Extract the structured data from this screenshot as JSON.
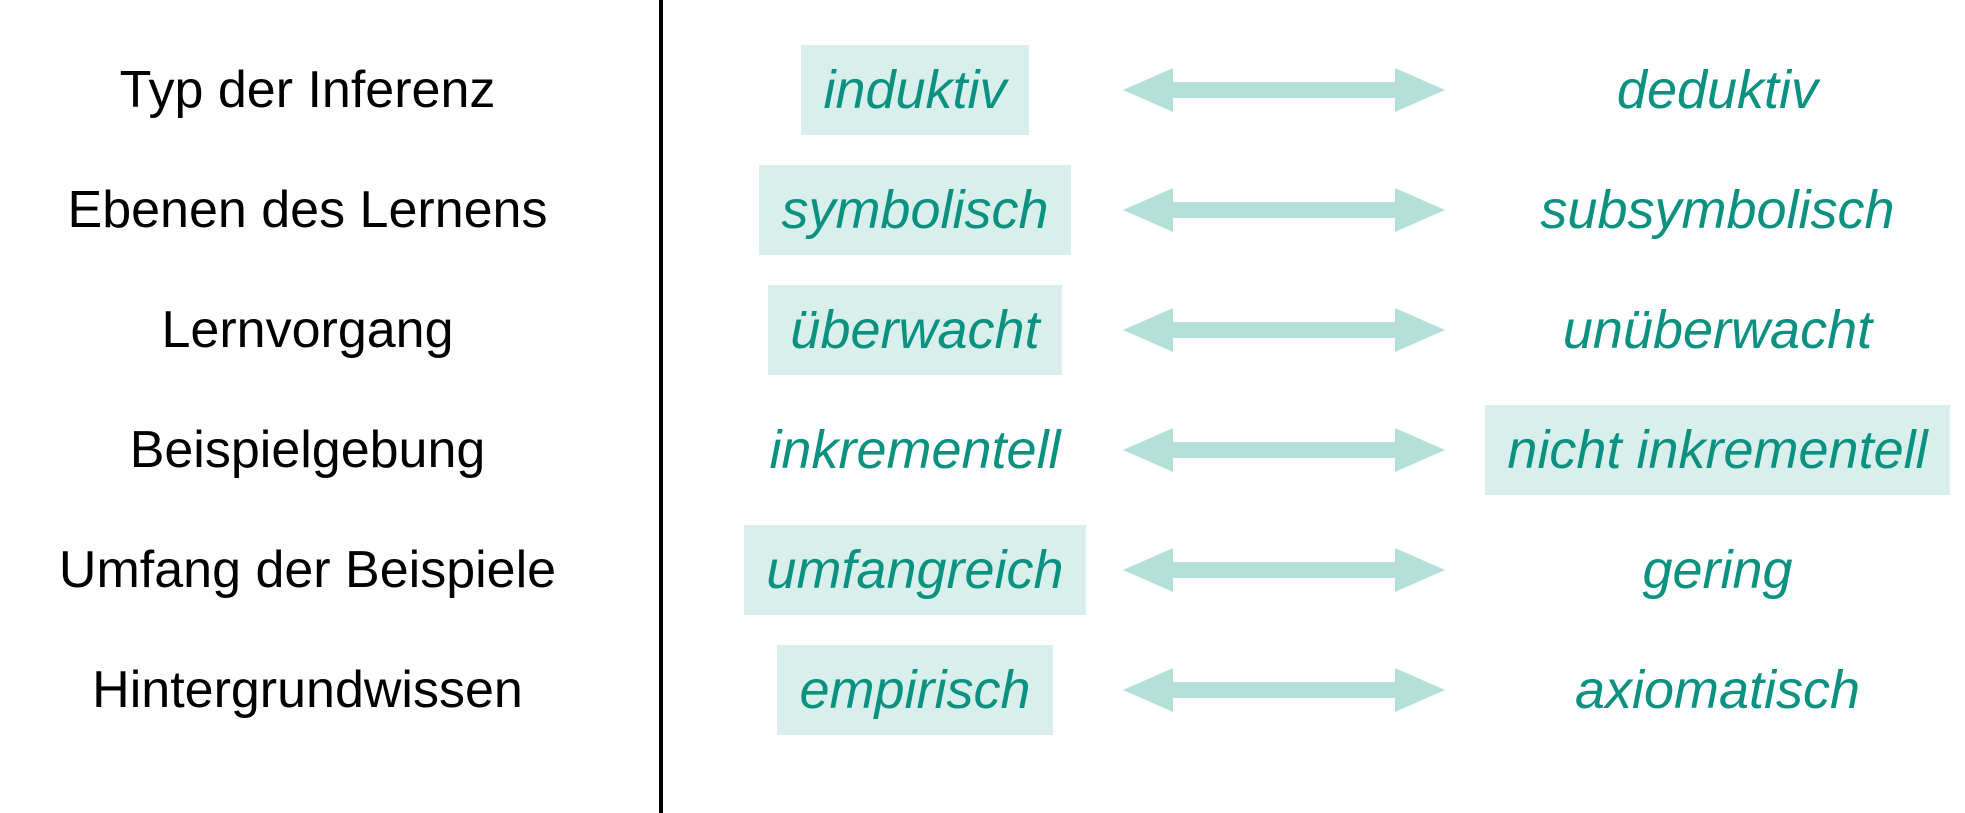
{
  "colors": {
    "term_text": "#0a9180",
    "highlight_bg": "#d8efeb",
    "arrow": "#b5e0da",
    "label_text": "#000000",
    "divider": "#000000"
  },
  "rows": [
    {
      "label": "Typ der Inferenz",
      "left": "induktiv",
      "right": "deduktiv",
      "highlight": "left"
    },
    {
      "label": "Ebenen des Lernens",
      "left": "symbolisch",
      "right": "subsymbolisch",
      "highlight": "left"
    },
    {
      "label": "Lernvorgang",
      "left": "überwacht",
      "right": "unüberwacht",
      "highlight": "left"
    },
    {
      "label": "Beispielgebung",
      "left": "inkrementell",
      "right": "nicht inkrementell",
      "highlight": "right"
    },
    {
      "label": "Umfang der Beispiele",
      "left": "umfangreich",
      "right": "gering",
      "highlight": "left"
    },
    {
      "label": "Hintergrundwissen",
      "left": "empirisch",
      "right": "axiomatisch",
      "highlight": "left"
    }
  ]
}
